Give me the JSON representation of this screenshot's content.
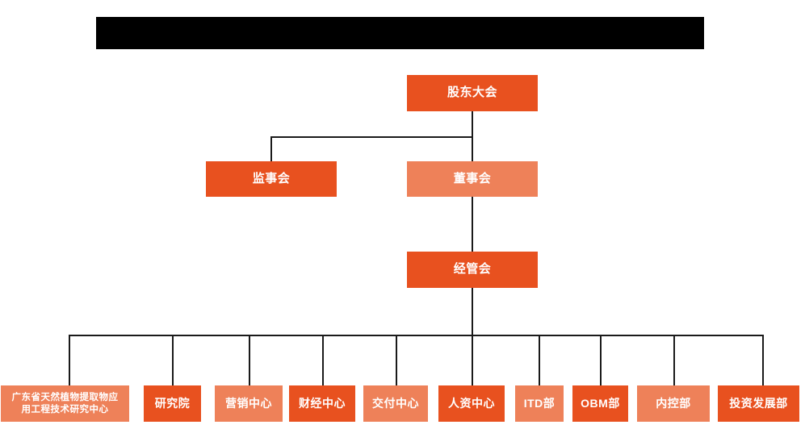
{
  "page": {
    "title": "Organization Chart",
    "background_color": "#FFFFFF",
    "line_color": "#1A1A1A",
    "colors": {
      "node_dark": "#E8511F",
      "node_light": "#EE8159",
      "redaction": "#000000",
      "node_text": "#FFFFFF"
    }
  },
  "header": {
    "redacted_bar_label": "redacted-title-bar"
  },
  "chart_data": {
    "type": "diagram",
    "diagram_kind": "org-chart",
    "orientation": "top-down",
    "levels": [
      {
        "level": 1,
        "nodes": [
          {
            "id": "shareholders",
            "label": "股东大会",
            "style": "dark"
          }
        ]
      },
      {
        "level": 2,
        "nodes": [
          {
            "id": "supervisors",
            "label": "监事会",
            "style": "dark"
          },
          {
            "id": "directors",
            "label": "董事会",
            "style": "light"
          }
        ]
      },
      {
        "level": 3,
        "nodes": [
          {
            "id": "management",
            "label": "经管会",
            "style": "dark"
          }
        ]
      },
      {
        "level": 4,
        "nodes": [
          {
            "id": "rnd-center",
            "label": "广东省天然植物提取物应用工程技术研究中心",
            "label_line1": "广东省天然植物提取物应",
            "label_line2": "用工程技术研究中心",
            "style": "light"
          },
          {
            "id": "research-institute",
            "label": "研究院",
            "style": "dark"
          },
          {
            "id": "marketing-center",
            "label": "营销中心",
            "style": "light"
          },
          {
            "id": "finance-center",
            "label": "财经中心",
            "style": "dark"
          },
          {
            "id": "delivery-center",
            "label": "交付中心",
            "style": "light"
          },
          {
            "id": "hr-center",
            "label": "人资中心",
            "style": "dark"
          },
          {
            "id": "itd-dept",
            "label": "ITD部",
            "style": "light"
          },
          {
            "id": "obm-dept",
            "label": "OBM部",
            "style": "dark"
          },
          {
            "id": "internal-control-dept",
            "label": "内控部",
            "style": "light"
          },
          {
            "id": "investment-development-dept",
            "label": "投资发展部",
            "style": "dark"
          }
        ]
      }
    ],
    "edges": [
      {
        "from": "shareholders",
        "to": "supervisors"
      },
      {
        "from": "shareholders",
        "to": "directors"
      },
      {
        "from": "directors",
        "to": "management"
      },
      {
        "from": "management",
        "to": "rnd-center"
      },
      {
        "from": "management",
        "to": "research-institute"
      },
      {
        "from": "management",
        "to": "marketing-center"
      },
      {
        "from": "management",
        "to": "finance-center"
      },
      {
        "from": "management",
        "to": "delivery-center"
      },
      {
        "from": "management",
        "to": "hr-center"
      },
      {
        "from": "management",
        "to": "itd-dept"
      },
      {
        "from": "management",
        "to": "obm-dept"
      },
      {
        "from": "management",
        "to": "internal-control-dept"
      },
      {
        "from": "management",
        "to": "investment-development-dept"
      }
    ]
  }
}
